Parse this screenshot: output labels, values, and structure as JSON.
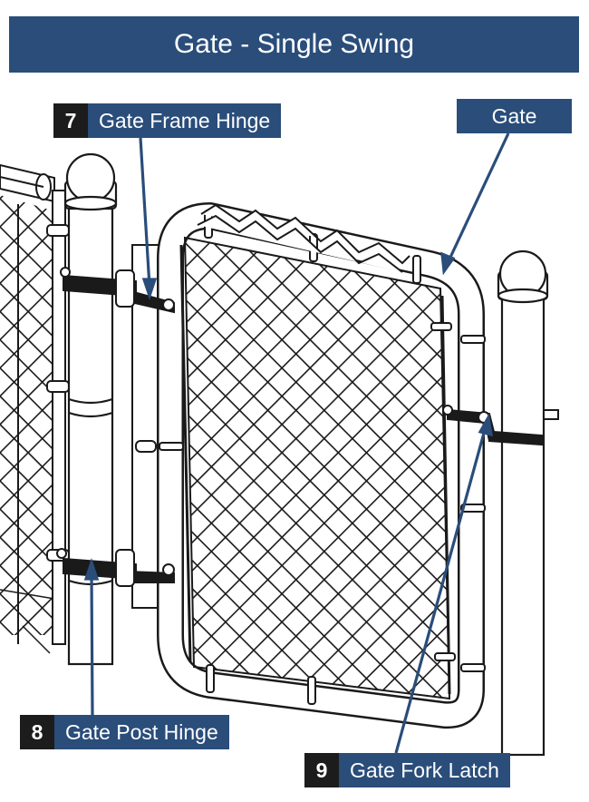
{
  "title": "Gate - Single Swing",
  "callouts": {
    "gate": {
      "label": "Gate"
    },
    "frame_hinge": {
      "number": "7",
      "label": "Gate Frame Hinge"
    },
    "post_hinge": {
      "number": "8",
      "label": "Gate Post Hinge"
    },
    "fork_latch": {
      "number": "9",
      "label": "Gate Fork Latch"
    }
  },
  "colors": {
    "banner": "#2a4d7a",
    "number_box": "#1c1c1c",
    "leader": "#2a4d7a",
    "line": "#1a1a1a"
  }
}
